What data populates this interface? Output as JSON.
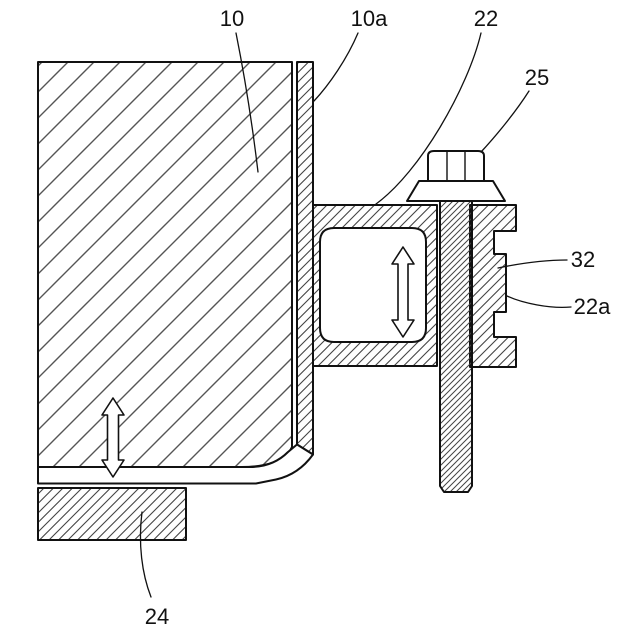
{
  "figure": {
    "kind": "patent-cross-section-drawing",
    "background_color": "#ffffff",
    "line_color": "#111111"
  },
  "labels": {
    "ref_10": "10",
    "ref_10a": "10a",
    "ref_22": "22",
    "ref_25": "25",
    "ref_32": "32",
    "ref_22a": "22a",
    "ref_24": "24"
  }
}
